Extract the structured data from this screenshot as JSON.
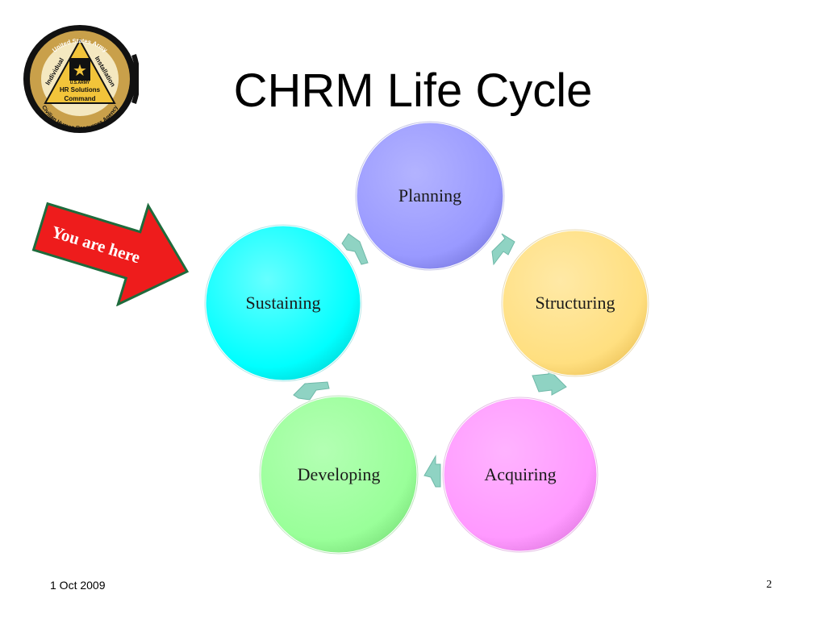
{
  "slide": {
    "title": "CHRM Life Cycle",
    "footer_date": "1 Oct 2009",
    "page_number": "2"
  },
  "logo": {
    "top_arc_text": "United States Army",
    "bottom_arc_text": "Civilian Human Resources Agency",
    "left_text": "Individual",
    "right_text": "Installation",
    "center_text": "HR Solutions",
    "bottom_text": "Command",
    "badge_text": "U.S.ARMY"
  },
  "callout": {
    "label": "You are here",
    "color": "#ee1c1c",
    "border": "#1e6b3c"
  },
  "cycle": {
    "nodes": [
      {
        "id": "planning",
        "label": "Planning",
        "color": "#9999ff"
      },
      {
        "id": "structuring",
        "label": "Structuring",
        "color": "#ffdf80"
      },
      {
        "id": "acquiring",
        "label": "Acquiring",
        "color": "#ff99ff"
      },
      {
        "id": "developing",
        "label": "Developing",
        "color": "#99ff99"
      },
      {
        "id": "sustaining",
        "label": "Sustaining",
        "color": "#00ffff"
      }
    ],
    "connector_color": "#8fd3c3"
  }
}
